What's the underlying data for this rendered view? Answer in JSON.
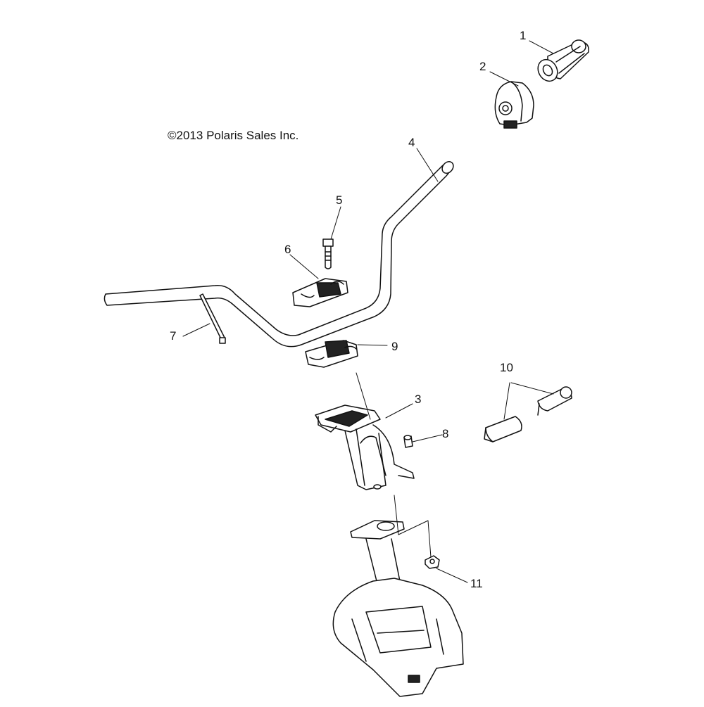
{
  "copyright": "©2013 Polaris Sales Inc.",
  "callouts": [
    {
      "id": "1",
      "label": "1"
    },
    {
      "id": "2",
      "label": "2"
    },
    {
      "id": "3",
      "label": "3"
    },
    {
      "id": "4",
      "label": "4"
    },
    {
      "id": "5",
      "label": "5"
    },
    {
      "id": "6",
      "label": "6"
    },
    {
      "id": "7",
      "label": "7"
    },
    {
      "id": "8",
      "label": "8"
    },
    {
      "id": "9",
      "label": "9"
    },
    {
      "id": "10",
      "label": "10"
    },
    {
      "id": "11",
      "label": "11"
    }
  ],
  "colors": {
    "line": "#111111",
    "background": "#ffffff",
    "shade": "#2a2a2a"
  }
}
